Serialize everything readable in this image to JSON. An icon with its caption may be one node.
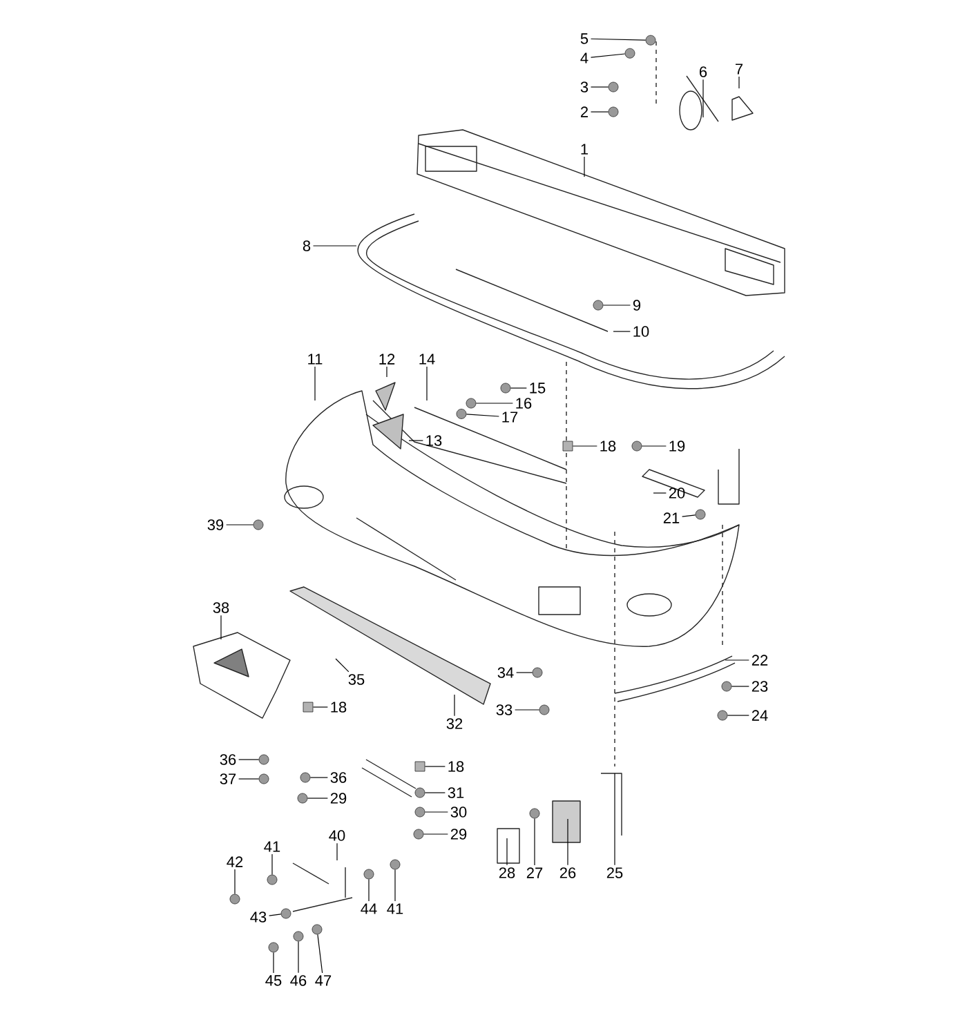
{
  "diagram": {
    "nodes": [
      {
        "text": [
          "5"
        ]
      },
      {
        "text": [
          "4"
        ]
      },
      {
        "text": [
          "3"
        ]
      },
      {
        "text": [
          "2"
        ]
      },
      {
        "text": [
          "6"
        ]
      },
      {
        "text": [
          "7"
        ]
      },
      {
        "text": [
          "1"
        ]
      },
      {
        "text": [
          "8"
        ]
      },
      {
        "text": [
          "9"
        ]
      },
      {
        "text": [
          "10"
        ]
      },
      {
        "text": [
          "11"
        ]
      },
      {
        "text": [
          "12"
        ]
      },
      {
        "text": [
          "14"
        ]
      },
      {
        "text": [
          "15"
        ]
      },
      {
        "text": [
          "16"
        ]
      },
      {
        "text": [
          "17"
        ]
      },
      {
        "text": [
          "13"
        ]
      },
      {
        "text": [
          "18"
        ]
      },
      {
        "text": [
          "19"
        ]
      },
      {
        "text": [
          "20"
        ]
      },
      {
        "text": [
          "39"
        ]
      },
      {
        "text": [
          "21"
        ]
      },
      {
        "text": [
          "38"
        ]
      },
      {
        "text": [
          "35"
        ]
      },
      {
        "text": [
          "34"
        ]
      },
      {
        "text": [
          "22"
        ]
      },
      {
        "text": [
          "23"
        ]
      },
      {
        "text": [
          "18"
        ]
      },
      {
        "text": [
          "32"
        ]
      },
      {
        "text": [
          "33"
        ]
      },
      {
        "text": [
          "24"
        ]
      },
      {
        "text": [
          "36"
        ]
      },
      {
        "text": [
          "37"
        ]
      },
      {
        "text": [
          "36"
        ]
      },
      {
        "text": [
          "18"
        ]
      },
      {
        "text": [
          "31"
        ]
      },
      {
        "text": [
          "29"
        ]
      },
      {
        "text": [
          "30"
        ]
      },
      {
        "text": [
          "29"
        ]
      },
      {
        "text": [
          "40"
        ]
      },
      {
        "text": [
          "41"
        ]
      },
      {
        "text": [
          "42"
        ]
      },
      {
        "text": [
          "44"
        ]
      },
      {
        "text": [
          "41"
        ]
      },
      {
        "text": [
          "43"
        ]
      },
      {
        "text": [
          "28"
        ]
      },
      {
        "text": [
          "27"
        ]
      },
      {
        "text": [
          "26"
        ]
      },
      {
        "text": [
          "25"
        ]
      },
      {
        "text": [
          "45"
        ]
      },
      {
        "text": [
          "46"
        ]
      },
      {
        "text": [
          "47"
        ]
      },
      {
        "text": [],
        "shape": "circle"
      },
      {
        "text": [],
        "shape": "circle"
      },
      {
        "text": [],
        "shape": "circle"
      },
      {
        "text": [],
        "shape": "circle"
      },
      {
        "text": [],
        "shape": "circle"
      },
      {
        "text": [],
        "shape": "circle"
      },
      {
        "text": [],
        "shape": "circle"
      },
      {
        "text": [],
        "shape": "circle"
      },
      {
        "text": [],
        "shape": "box"
      },
      {
        "text": [],
        "shape": "circle"
      },
      {
        "text": [],
        "shape": "circle"
      },
      {
        "text": [],
        "shape": "circle"
      },
      {
        "text": [],
        "shape": "circle"
      },
      {
        "text": [],
        "shape": "circle"
      },
      {
        "text": [],
        "shape": "box"
      },
      {
        "text": [],
        "shape": "circle"
      },
      {
        "text": [],
        "shape": "circle"
      },
      {
        "text": [],
        "shape": "circle"
      },
      {
        "text": [],
        "shape": "box"
      },
      {
        "text": [],
        "shape": "circle"
      },
      {
        "text": [],
        "shape": "circle"
      },
      {
        "text": [],
        "shape": "circle"
      },
      {
        "text": [],
        "shape": "circle"
      },
      {
        "text": [],
        "shape": "circle"
      },
      {
        "text": [],
        "shape": "circle"
      },
      {
        "text": [],
        "shape": "circle"
      },
      {
        "text": [],
        "shape": "circle"
      },
      {
        "text": [],
        "shape": "circle"
      },
      {
        "text": [],
        "shape": "circle"
      },
      {
        "text": [],
        "shape": "circle"
      },
      {
        "text": [],
        "shape": "circle"
      },
      {
        "text": [],
        "shape": "circle"
      },
      {
        "text": [],
        "shape": "circle"
      },
      {
        "text": [],
        "shape": "circle"
      }
    ],
    "edges": [
      {
        "from": 0,
        "to": 52,
        "arrow": "none"
      },
      {
        "from": 1,
        "to": 53,
        "arrow": "none"
      },
      {
        "from": 2,
        "to": 54,
        "arrow": "none"
      },
      {
        "from": 3,
        "to": 55,
        "arrow": "none"
      },
      {
        "from": 4,
        "to": null,
        "arrow": "none"
      },
      {
        "from": 5,
        "to": null,
        "arrow": "none"
      },
      {
        "from": 6,
        "to": null,
        "arrow": "none"
      },
      {
        "from": 7,
        "to": null,
        "arrow": "none"
      },
      {
        "from": 8,
        "to": 56,
        "arrow": "none"
      },
      {
        "from": 9,
        "to": null,
        "arrow": "none"
      },
      {
        "from": 10,
        "to": null,
        "arrow": "none"
      },
      {
        "from": 11,
        "to": null,
        "arrow": "none"
      },
      {
        "from": 12,
        "to": null,
        "arrow": "none"
      },
      {
        "from": 13,
        "to": 57,
        "arrow": "none"
      },
      {
        "from": 14,
        "to": 58,
        "arrow": "none"
      },
      {
        "from": 15,
        "to": 59,
        "arrow": "none"
      },
      {
        "from": 16,
        "to": null,
        "arrow": "none"
      },
      {
        "from": 17,
        "to": 60,
        "arrow": "none"
      },
      {
        "from": 18,
        "to": 61,
        "arrow": "none"
      },
      {
        "from": 19,
        "to": null,
        "arrow": "none"
      },
      {
        "from": 20,
        "to": 63,
        "arrow": "none"
      },
      {
        "from": 21,
        "to": 62,
        "arrow": "none"
      },
      {
        "from": 22,
        "to": null,
        "arrow": "none"
      },
      {
        "from": 23,
        "to": null,
        "arrow": "none"
      },
      {
        "from": 24,
        "to": 64,
        "arrow": "none"
      },
      {
        "from": 25,
        "to": null,
        "arrow": "none"
      },
      {
        "from": 26,
        "to": 65,
        "arrow": "none"
      },
      {
        "from": 27,
        "to": 66,
        "arrow": "none"
      },
      {
        "from": 28,
        "to": null,
        "arrow": "none"
      },
      {
        "from": 29,
        "to": 67,
        "arrow": "none"
      },
      {
        "from": 30,
        "to": 68,
        "arrow": "none"
      },
      {
        "from": 31,
        "to": 69,
        "arrow": "none"
      },
      {
        "from": 32,
        "to": 72,
        "arrow": "none"
      },
      {
        "from": 33,
        "to": 71,
        "arrow": "none"
      },
      {
        "from": 34,
        "to": 70,
        "arrow": "none"
      },
      {
        "from": 35,
        "to": 73,
        "arrow": "none"
      },
      {
        "from": 36,
        "to": 74,
        "arrow": "none"
      },
      {
        "from": 37,
        "to": 75,
        "arrow": "none"
      },
      {
        "from": 38,
        "to": 77,
        "arrow": "none"
      },
      {
        "from": 39,
        "to": null,
        "arrow": "none"
      },
      {
        "from": 40,
        "to": 79,
        "arrow": "none"
      },
      {
        "from": 41,
        "to": 81,
        "arrow": "none"
      },
      {
        "from": 42,
        "to": 80,
        "arrow": "none"
      },
      {
        "from": 43,
        "to": 78,
        "arrow": "none"
      },
      {
        "from": 44,
        "to": 82,
        "arrow": "none"
      },
      {
        "from": 45,
        "to": null,
        "arrow": "none"
      },
      {
        "from": 46,
        "to": 76,
        "arrow": "none"
      },
      {
        "from": 47,
        "to": null,
        "arrow": "none"
      },
      {
        "from": 48,
        "to": null,
        "arrow": "none"
      },
      {
        "from": 49,
        "to": 85,
        "arrow": "none"
      },
      {
        "from": 50,
        "to": 84,
        "arrow": "none"
      },
      {
        "from": 51,
        "to": 83,
        "arrow": "none"
      }
    ]
  }
}
